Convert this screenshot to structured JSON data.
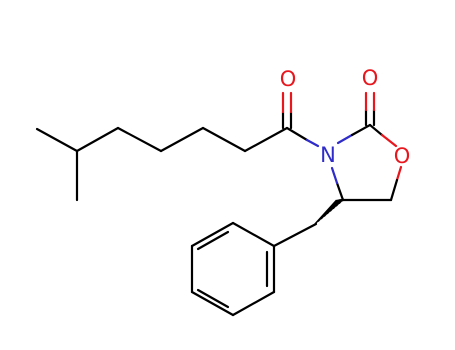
{
  "atoms": {
    "carbonyl_oxygen_acyl": "O",
    "carbonyl_oxygen_ring": "O",
    "ring_oxygen": "O",
    "ring_nitrogen": "N"
  },
  "colors": {
    "oxygen": "#e8161d",
    "nitrogen": "#2f2cc9",
    "bond": "#000000",
    "background": "#ffffff"
  }
}
